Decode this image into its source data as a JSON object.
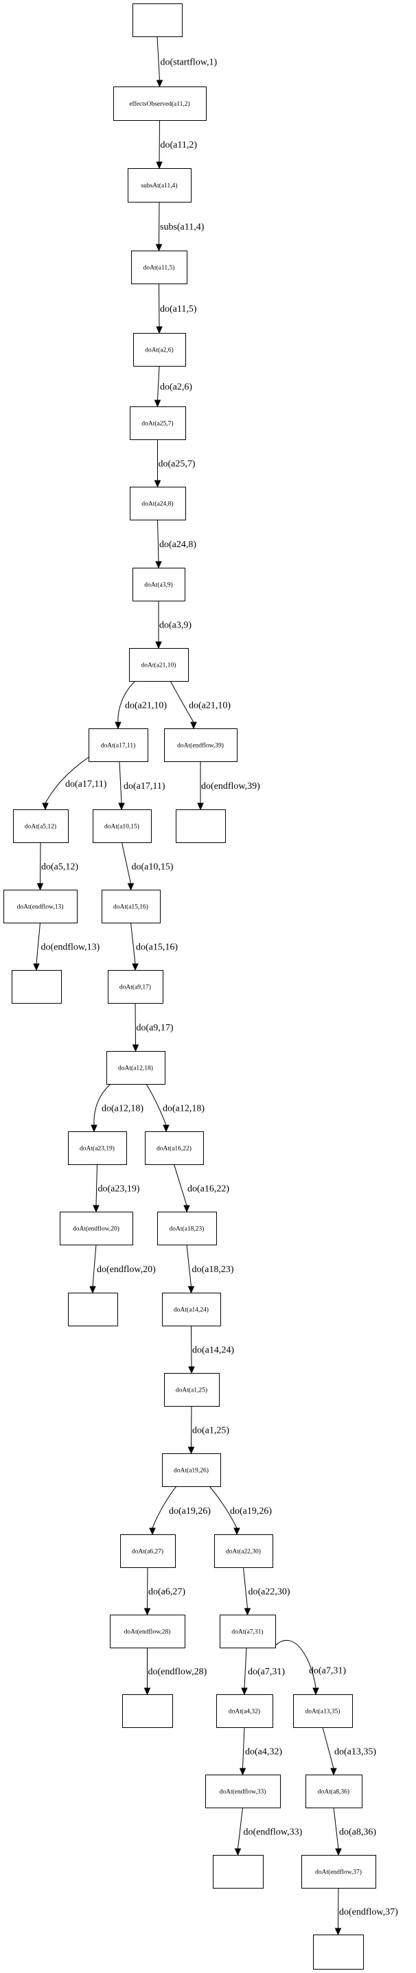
{
  "diagram": {
    "type": "directed-graph",
    "background": "#ffffff",
    "stroke_color": "#000000",
    "nodes": [
      {
        "id": "n0",
        "label": ""
      },
      {
        "id": "n1",
        "label": "effectsObserved(a11,2)"
      },
      {
        "id": "n2",
        "label": "subsAt(a11,4)"
      },
      {
        "id": "n3",
        "label": "doAt(a11,5)"
      },
      {
        "id": "n4",
        "label": "doAt(a2,6)"
      },
      {
        "id": "n5",
        "label": "doAt(a25,7)"
      },
      {
        "id": "n6",
        "label": "doAt(a24,8)"
      },
      {
        "id": "n7",
        "label": "doAt(a3,9)"
      },
      {
        "id": "n8",
        "label": "doAt(a21,10)"
      },
      {
        "id": "n9",
        "label": "doAt(a17,11)"
      },
      {
        "id": "n10",
        "label": "doAt(endflow,39)"
      },
      {
        "id": "n11",
        "label": "doAt(a5,12)"
      },
      {
        "id": "n12",
        "label": "doAt(a10,15)"
      },
      {
        "id": "n13",
        "label": ""
      },
      {
        "id": "n14",
        "label": "doAt(endflow,13)"
      },
      {
        "id": "n15",
        "label": "doAt(a15,16)"
      },
      {
        "id": "n16",
        "label": ""
      },
      {
        "id": "n17",
        "label": "doAt(a9,17)"
      },
      {
        "id": "n18",
        "label": "doAt(a12,18)"
      },
      {
        "id": "n19",
        "label": "doAt(a23,19)"
      },
      {
        "id": "n20",
        "label": "doAt(a16,22)"
      },
      {
        "id": "n21",
        "label": "doAt(endflow,20)"
      },
      {
        "id": "n22",
        "label": "doAt(a18,23)"
      },
      {
        "id": "n23",
        "label": ""
      },
      {
        "id": "n24",
        "label": "doAt(a14,24)"
      },
      {
        "id": "n25",
        "label": "doAt(a1,25)"
      },
      {
        "id": "n26",
        "label": "doAt(a19,26)"
      },
      {
        "id": "n27",
        "label": "doAt(a6,27)"
      },
      {
        "id": "n28",
        "label": "doAt(a22,30)"
      },
      {
        "id": "n29",
        "label": "doAt(endflow,28)"
      },
      {
        "id": "n30",
        "label": "doAt(a7,31)"
      },
      {
        "id": "n31",
        "label": ""
      },
      {
        "id": "n32",
        "label": "doAt(a4,32)"
      },
      {
        "id": "n33",
        "label": "doAt(a13,35)"
      },
      {
        "id": "n34",
        "label": "doAt(endflow,33)"
      },
      {
        "id": "n35",
        "label": "doAt(a8,36)"
      },
      {
        "id": "n36",
        "label": ""
      },
      {
        "id": "n37",
        "label": "doAt(endflow,37)"
      },
      {
        "id": "n38",
        "label": ""
      }
    ],
    "edges": [
      {
        "from": "n0",
        "to": "n1",
        "label": "do(startflow,1)"
      },
      {
        "from": "n1",
        "to": "n2",
        "label": "do(a11,2)"
      },
      {
        "from": "n2",
        "to": "n3",
        "label": "subs(a11,4)"
      },
      {
        "from": "n3",
        "to": "n4",
        "label": "do(a11,5)"
      },
      {
        "from": "n4",
        "to": "n5",
        "label": "do(a2,6)"
      },
      {
        "from": "n5",
        "to": "n6",
        "label": "do(a25,7)"
      },
      {
        "from": "n6",
        "to": "n7",
        "label": "do(a24,8)"
      },
      {
        "from": "n7",
        "to": "n8",
        "label": "do(a3,9)"
      },
      {
        "from": "n8",
        "to": "n9",
        "label": "do(a21,10)"
      },
      {
        "from": "n8",
        "to": "n10",
        "label": "do(a21,10)"
      },
      {
        "from": "n9",
        "to": "n11",
        "label": "do(a17,11)"
      },
      {
        "from": "n9",
        "to": "n12",
        "label": "do(a17,11)"
      },
      {
        "from": "n10",
        "to": "n13",
        "label": "do(endflow,39)"
      },
      {
        "from": "n11",
        "to": "n14",
        "label": "do(a5,12)"
      },
      {
        "from": "n12",
        "to": "n15",
        "label": "do(a10,15)"
      },
      {
        "from": "n14",
        "to": "n16",
        "label": "do(endflow,13)"
      },
      {
        "from": "n15",
        "to": "n17",
        "label": "do(a15,16)"
      },
      {
        "from": "n17",
        "to": "n18",
        "label": "do(a9,17)"
      },
      {
        "from": "n18",
        "to": "n19",
        "label": "do(a12,18)"
      },
      {
        "from": "n18",
        "to": "n20",
        "label": "do(a12,18)"
      },
      {
        "from": "n19",
        "to": "n21",
        "label": "do(a23,19)"
      },
      {
        "from": "n20",
        "to": "n22",
        "label": "do(a16,22)"
      },
      {
        "from": "n21",
        "to": "n23",
        "label": "do(endflow,20)"
      },
      {
        "from": "n22",
        "to": "n24",
        "label": "do(a18,23)"
      },
      {
        "from": "n24",
        "to": "n25",
        "label": "do(a14,24)"
      },
      {
        "from": "n25",
        "to": "n26",
        "label": "do(a1,25)"
      },
      {
        "from": "n26",
        "to": "n27",
        "label": "do(a19,26)"
      },
      {
        "from": "n26",
        "to": "n28",
        "label": "do(a19,26)"
      },
      {
        "from": "n27",
        "to": "n29",
        "label": "do(a6,27)"
      },
      {
        "from": "n28",
        "to": "n30",
        "label": "do(a22,30)"
      },
      {
        "from": "n29",
        "to": "n31",
        "label": "do(endflow,28)"
      },
      {
        "from": "n30",
        "to": "n32",
        "label": "do(a7,31)"
      },
      {
        "from": "n30",
        "to": "n33",
        "label": "do(a7,31)"
      },
      {
        "from": "n32",
        "to": "n34",
        "label": "do(a4,32)"
      },
      {
        "from": "n33",
        "to": "n35",
        "label": "do(a13,35)"
      },
      {
        "from": "n34",
        "to": "n36",
        "label": "do(endflow,33)"
      },
      {
        "from": "n35",
        "to": "n37",
        "label": "do(a8,36)"
      },
      {
        "from": "n37",
        "to": "n38",
        "label": "do(endflow,37)"
      }
    ]
  }
}
